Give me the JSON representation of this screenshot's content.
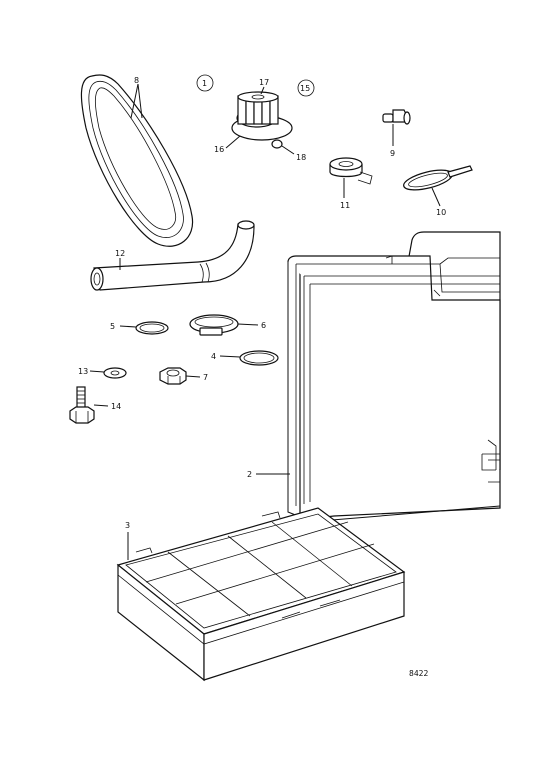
{
  "diagram": {
    "drawing_number": "8422",
    "circled_refs": [
      "1",
      "15"
    ],
    "callouts": {
      "c8": "8",
      "c17": "17",
      "c16": "16",
      "c18": "18",
      "c9": "9",
      "c11": "11",
      "c10": "10",
      "c12": "12",
      "c5": "5",
      "c6": "6",
      "c4": "4",
      "c13": "13",
      "c7": "7",
      "c14": "14",
      "c2": "2",
      "c3": "3"
    }
  }
}
